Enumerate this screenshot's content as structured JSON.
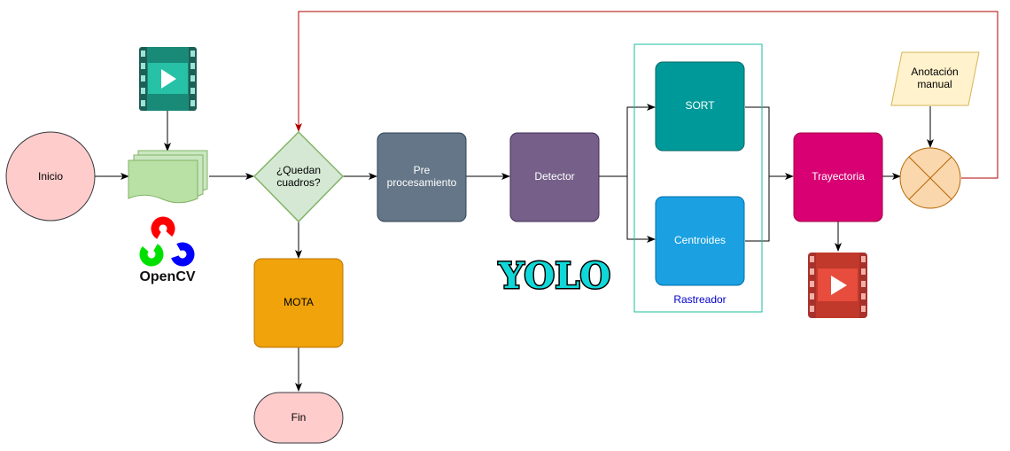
{
  "nodes": {
    "inicio": "Inicio",
    "quedan_line1": "¿Quedan",
    "quedan_line2": "cuadros?",
    "pre_line1": "Pre",
    "pre_line2": "procesamiento",
    "detector": "Detector",
    "sort": "SORT",
    "centroides": "Centroides",
    "rastreador": "Rastreador",
    "trayectoria": "Trayectoria",
    "anotacion_line1": "Anotación",
    "anotacion_line2": "manual",
    "mota": "MOTA",
    "fin": "Fin"
  },
  "logos": {
    "opencv": "OpenCV",
    "yolo": "YOLO"
  },
  "icons": {
    "video_top": "film-play-icon",
    "video_output": "film-play-icon",
    "frames": "multi-document-icon",
    "opencv": "opencv-logo-icon",
    "yolo": "yolo-logo-icon",
    "junction": "summing-junction-icon"
  },
  "colors": {
    "inicio_fill": "#ffcccc",
    "decision_fill": "#d5e8d4",
    "decision_stroke": "#82b366",
    "pre_fill": "#647687",
    "detector_fill": "#76608a",
    "sort_fill": "#009999",
    "centroides_fill": "#1ba1e2",
    "trayectoria_fill": "#d80073",
    "mota_fill": "#f0a30a",
    "anotacion_fill": "#fff2cc",
    "junction_fill": "#fad7ac",
    "feedback_line": "#b20000",
    "rastreador_border": "#1abc9c",
    "rastreador_text": "#0000cc"
  }
}
